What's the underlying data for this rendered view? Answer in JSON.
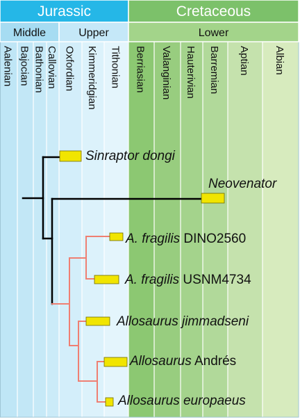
{
  "periods": [
    {
      "name": "Jurassic",
      "color": "#25b7e7"
    },
    {
      "name": "Cretaceous",
      "color": "#7cc16a"
    }
  ],
  "epochs": [
    {
      "name": "Middle",
      "color": "#a6dcf2"
    },
    {
      "name": "Upper",
      "color": "#c5e8f8"
    },
    {
      "name": "Lower",
      "color": "#a3d48a"
    }
  ],
  "stages": [
    {
      "name": "Aalenian",
      "color": "#bfe6f6"
    },
    {
      "name": "Bajocian",
      "color": "#c2e7f6"
    },
    {
      "name": "Bathonian",
      "color": "#c6e9f7"
    },
    {
      "name": "Callovian",
      "color": "#cbebf8"
    },
    {
      "name": "Oxfordian",
      "color": "#d3eefa"
    },
    {
      "name": "Kimmeridgian",
      "color": "#dcf2fb"
    },
    {
      "name": "Tithonian",
      "color": "#e4f5fc"
    },
    {
      "name": "Berriasian",
      "color": "#8cc872"
    },
    {
      "name": "Valanginian",
      "color": "#98cd7f"
    },
    {
      "name": "Hauterivian",
      "color": "#a4d38c"
    },
    {
      "name": "Barremian",
      "color": "#b1d99a"
    },
    {
      "name": "Aptian",
      "color": "#c5e2ad"
    },
    {
      "name": "Albian",
      "color": "#d7ebbe"
    }
  ],
  "taxa": [
    {
      "id": "sinraptor",
      "italic": "Sinraptor dongi",
      "plain": ""
    },
    {
      "id": "neovenator",
      "italic": "Neovenator",
      "plain": ""
    },
    {
      "id": "dino2560",
      "italic": "A. fragilis",
      "plain": " DINO2560"
    },
    {
      "id": "usnm4734",
      "italic": "A. fragilis",
      "plain": " USNM4734"
    },
    {
      "id": "jimmadseni",
      "italic": "Allosaurus jimmadseni",
      "plain": ""
    },
    {
      "id": "andres",
      "italic": "Allosaurus",
      "plain": " Andrés"
    },
    {
      "id": "europaeus",
      "italic": "Allosaurus europaeus",
      "plain": ""
    }
  ],
  "colors": {
    "main_branch": "#000000",
    "allosaurus_branch": "#ef7f72",
    "range_bar": "#f1e500",
    "range_bar_border": "#6f6a00",
    "header_border": "#ffffff",
    "header_text": "#ffffff",
    "stage_text": "#111111",
    "column_line": "#ffffff"
  }
}
